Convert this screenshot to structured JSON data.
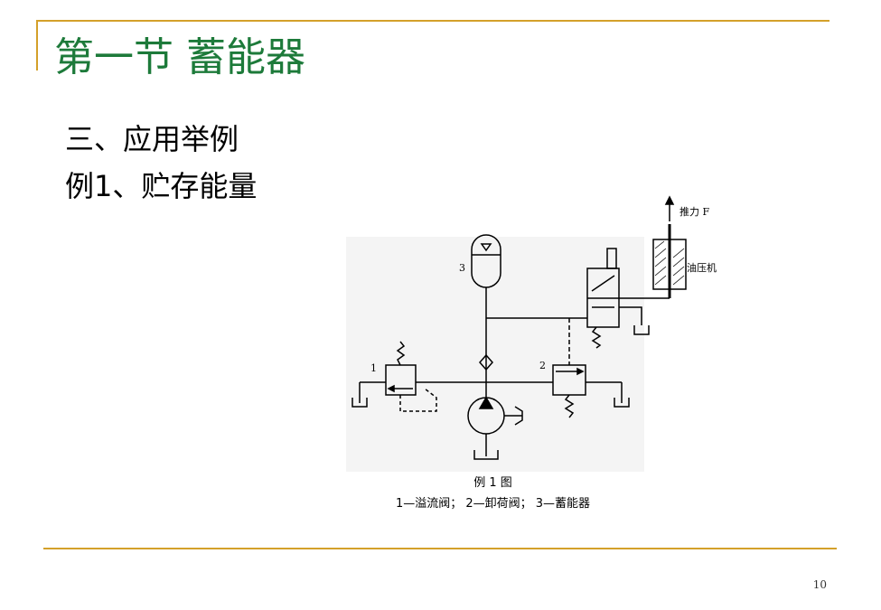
{
  "slide": {
    "title": "第一节  蓄能器",
    "section": "三、应用举例",
    "example": "例1、贮存能量",
    "page_number": "10"
  },
  "figure": {
    "caption_title": "例 1 图",
    "caption_legend": "1—溢流阀； 2—卸荷阀； 3—蓄能器",
    "labels": {
      "force": "推力 F",
      "press": "油压机",
      "n1": "1",
      "n2": "2",
      "n3": "3"
    }
  },
  "colors": {
    "accent_rule": "#d4a02a",
    "title": "#1d7a3a"
  }
}
